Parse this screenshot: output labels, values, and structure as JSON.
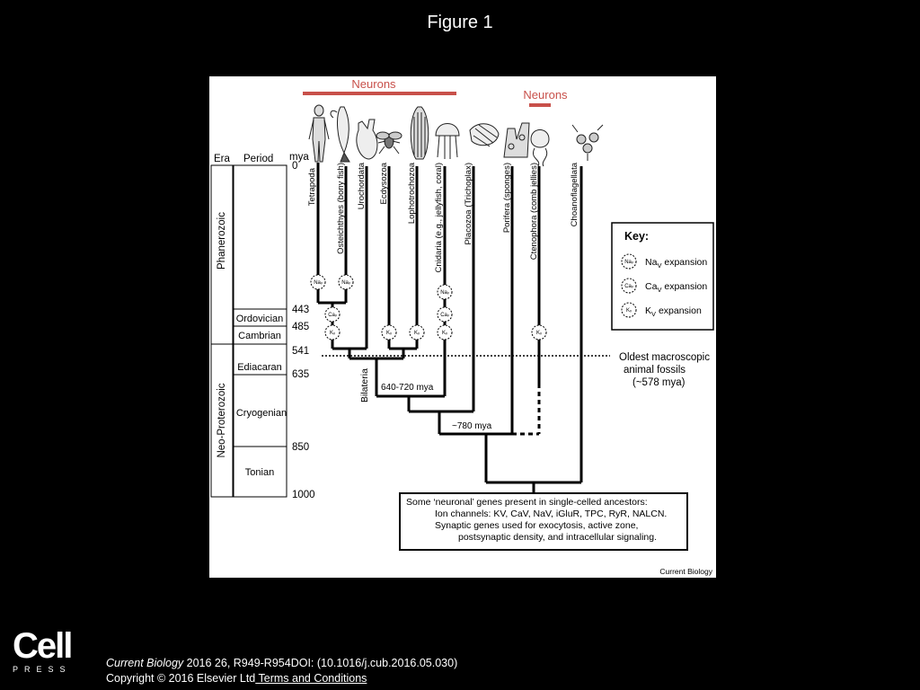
{
  "slide": {
    "title": "Figure 1",
    "citation_journal": "Current Biology",
    "citation_rest": " 2016 26, R949-R954DOI: (10.1016/j.cub.2016.05.030)",
    "copyright": "Copyright © 2016 Elsevier Ltd",
    "terms_link": " Terms and Conditions",
    "logo_word": "Cell",
    "logo_sub": "PRESS"
  },
  "figure": {
    "neurons_label_left": "Neurons",
    "neurons_label_right": "Neurons",
    "era_header": "Era",
    "period_header": "Period",
    "mya_header": "mya",
    "eras": [
      "Phanerozoic",
      "Neo-Proterozoic"
    ],
    "periods": [
      "Ordovician",
      "Cambrian",
      "Ediacaran",
      "Cryogenian",
      "Tonian"
    ],
    "times": [
      "0",
      "443",
      "485",
      "541",
      "635",
      "850",
      "1000"
    ],
    "taxa": [
      "Tetrapoda",
      "Osteichthyes (bony fish)",
      "Urochordata",
      "Ecdysozoa",
      "Lophotrochozoa",
      "Cnidaria (e.g., jellyfish, coral)",
      "Placozoa (Trichoplax)",
      "Porifera (sponges)",
      "Ctenophora (comb jellies)",
      "Choanoflagellata"
    ],
    "bilateria_label": "Bilateria",
    "node_label_1": "640-720 mya",
    "node_label_2": "~780 mya",
    "fossil_label_1": "Oldest macroscopic",
    "fossil_label_2": "animal fossils",
    "fossil_label_3": "(~578 mya)",
    "key": {
      "title": "Key:",
      "items": [
        "Na",
        "Ca",
        "K"
      ],
      "sub": [
        "V",
        "V",
        "V"
      ],
      "suffix": [
        " expansion",
        " expansion",
        " expansion"
      ],
      "badges": [
        "Naᵥ",
        "Caᵥ",
        "Kᵥ"
      ]
    },
    "ancestor_box": {
      "line1": "Some ‘neuronal’ genes present in single-celled ancestors:",
      "line2_prefix": "Ion channels: K",
      "line2_rest": "V, CaV, NaV, iGluR, TPC, RyR, NALCN.",
      "line3": "Synaptic genes used for exocytosis, active zone,",
      "line4": "postsynaptic density, and intracellular signaling."
    },
    "publisher_label": "Current Biology",
    "colors": {
      "neurons_bar": "#c8504a",
      "tree": "#000000"
    }
  }
}
